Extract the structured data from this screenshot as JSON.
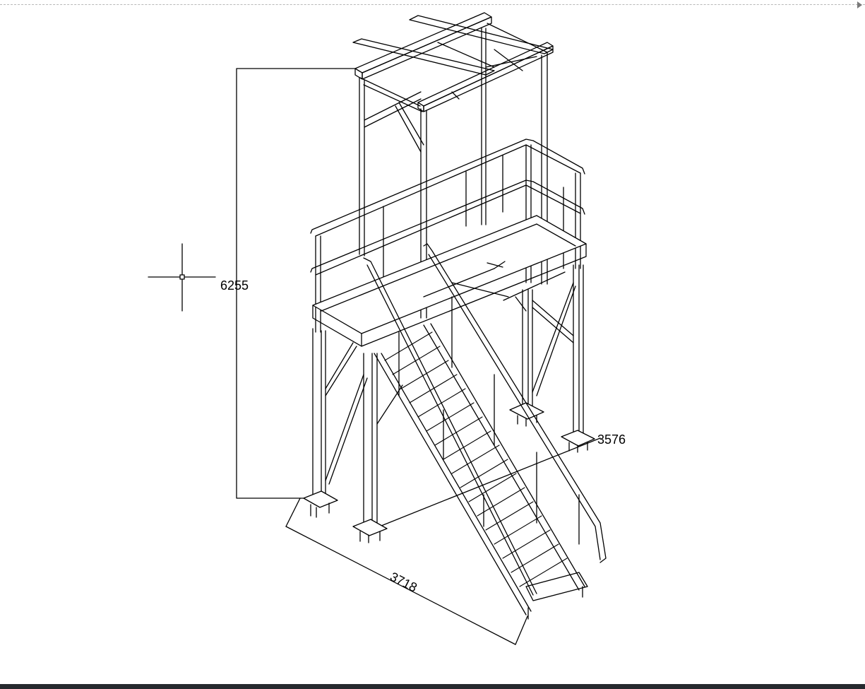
{
  "dimensions": {
    "height": "6255",
    "depth": "3576",
    "width": "3718"
  },
  "icons": {
    "crosshair": "crosshair-cursor-icon",
    "layout_tab": "triangle-right-icon"
  },
  "colors": {
    "background": "#ffffff",
    "lines": "#000000",
    "status_bar": "#26292e"
  }
}
